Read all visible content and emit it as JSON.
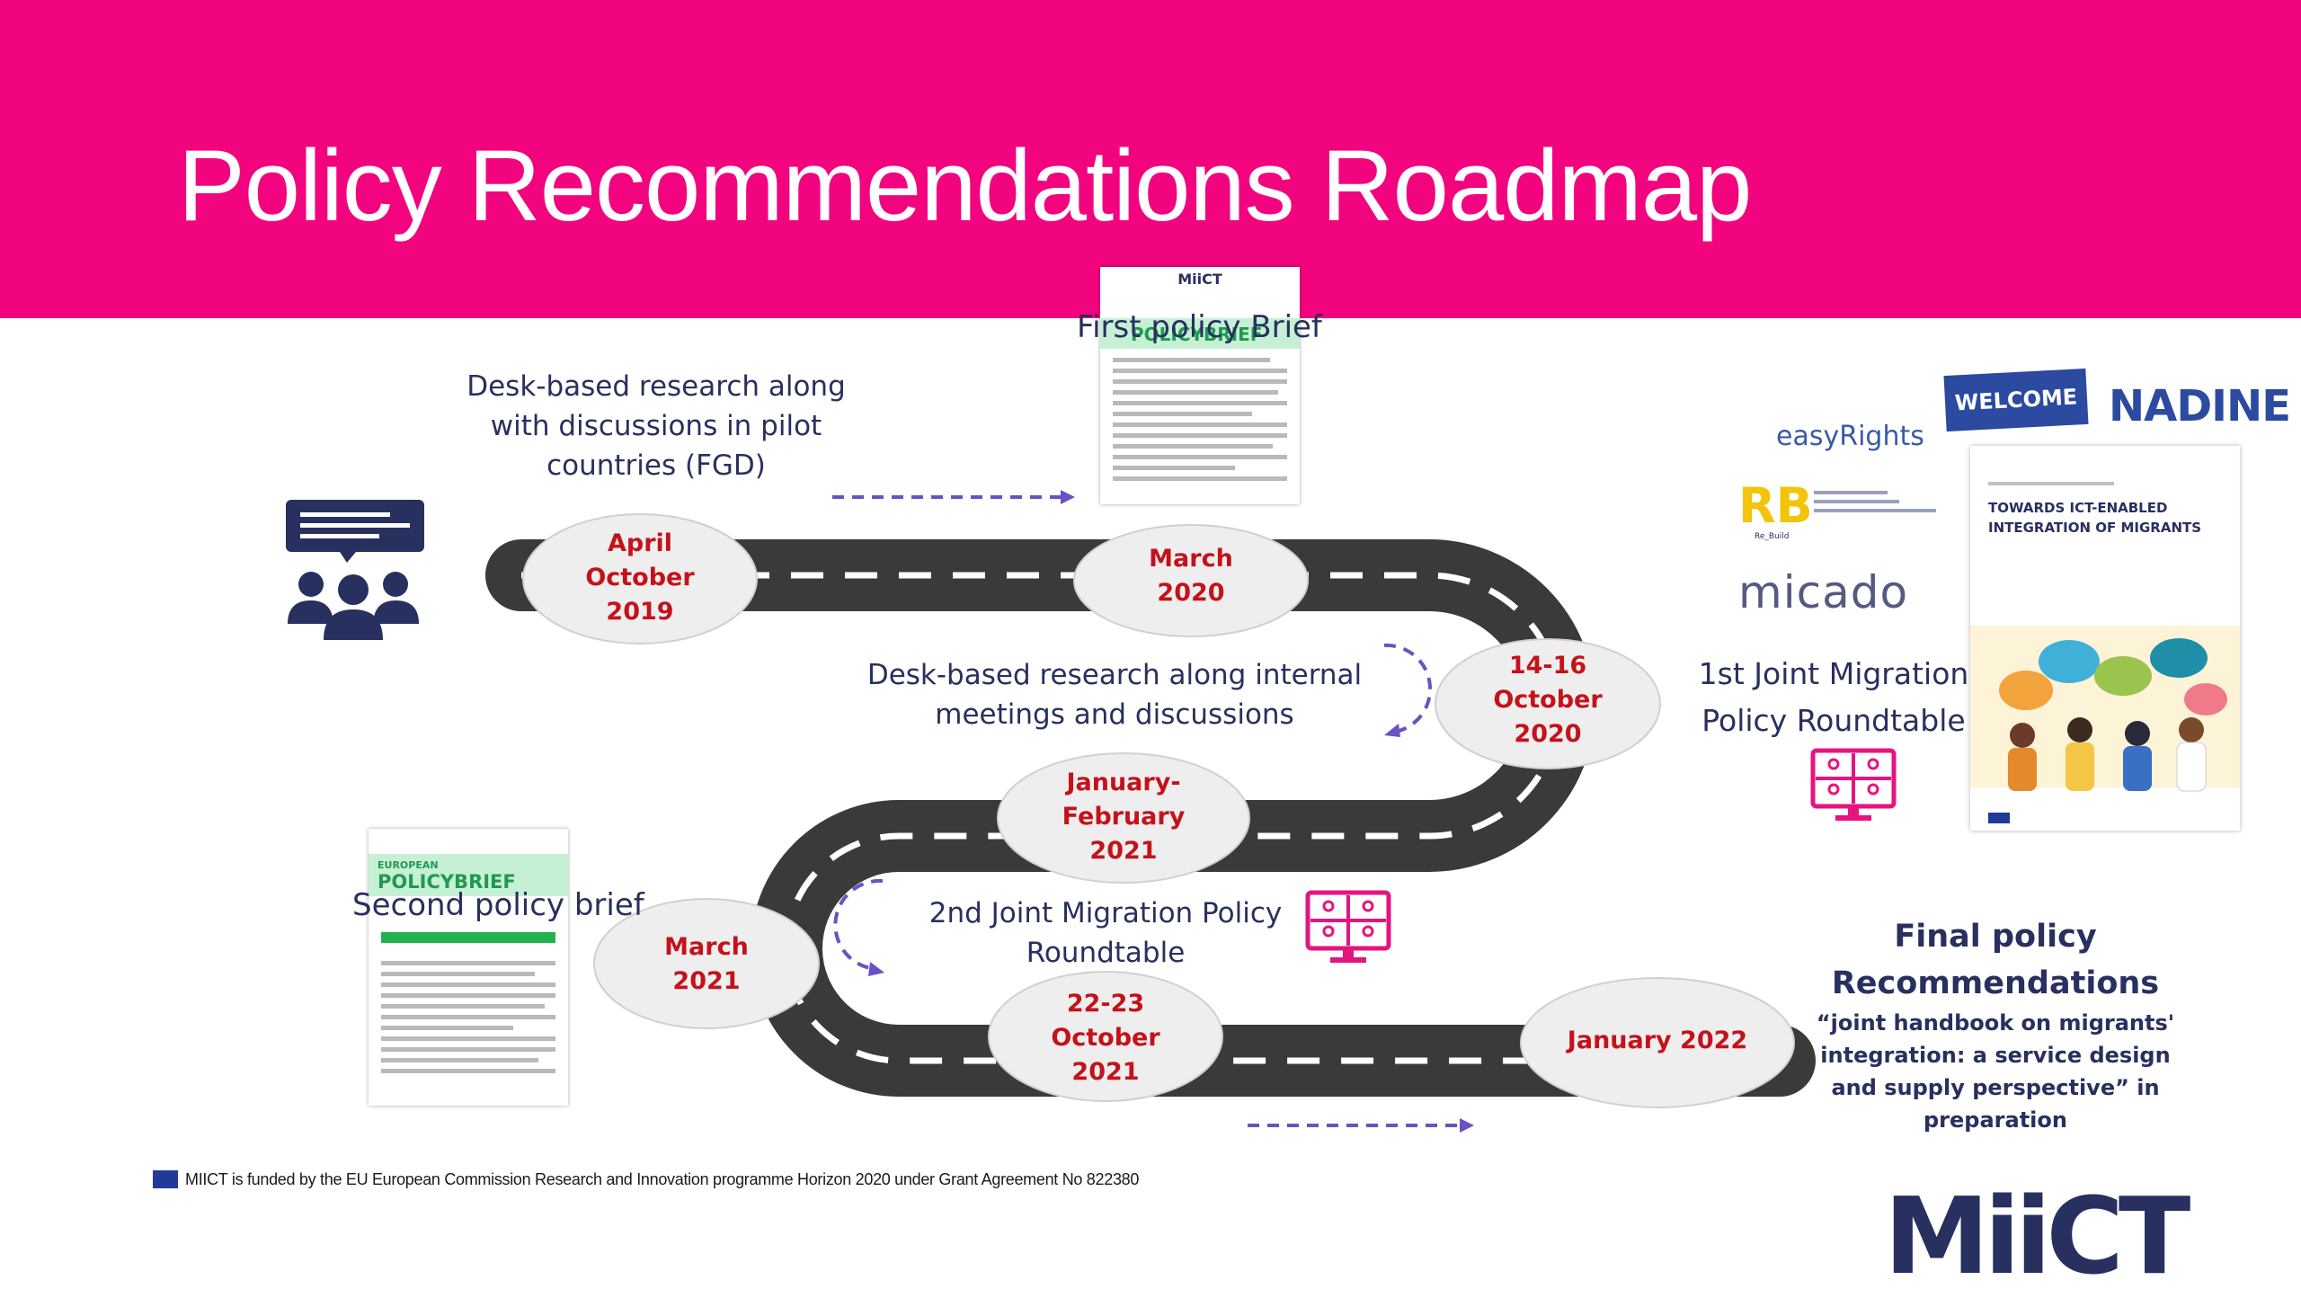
{
  "title": "Policy Recommendations Roadmap",
  "notes": {
    "desk_research_1": [
      "Desk-based research along",
      "with discussions in pilot",
      "countries (FGD)"
    ],
    "desk_research_2": [
      "Desk-based research along internal",
      "meetings and discussions"
    ],
    "roundtable_1": [
      "1st Joint Migration",
      "Policy Roundtable"
    ],
    "roundtable_2": [
      "2nd Joint Migration Policy",
      "Roundtable"
    ]
  },
  "milestones": {
    "m1": [
      "April",
      "October",
      "2019"
    ],
    "m2": [
      "March",
      "2020"
    ],
    "m3": [
      "14-16",
      "October",
      "2020"
    ],
    "m4": [
      "January-",
      "February",
      "2021"
    ],
    "m5": [
      "March",
      "2021"
    ],
    "m6": [
      "22-23",
      "October",
      "2021"
    ],
    "m7": [
      "January 2022"
    ]
  },
  "documents": {
    "first_brief_label": "First policy Brief",
    "second_brief_label": "Second policy brief",
    "doc_logo": "MiiCT",
    "doc_banner": "POLICYBRIEF",
    "doc_banner_pre": "EUROPEAN"
  },
  "final": {
    "title": [
      "Final policy",
      "Recommendations"
    ],
    "subtitle": [
      "“joint handbook on migrants'",
      "integration: a service design",
      "and supply perspective” in",
      "preparation"
    ]
  },
  "partners": {
    "easyrights": "easyRights",
    "welcome": "WELCOME",
    "nadine": "NADINE",
    "rebuild": "RB",
    "rebuild_sub": "Re_Build",
    "micado": "micado",
    "whitepaper_title": "TOWARDS ICT-ENABLED INTEGRATION OF MIGRANTS"
  },
  "footer": "MIICT is funded by the EU European Commission Research and Innovation programme Horizon 2020 under Grant Agreement No 822380",
  "logo": "MiiCT",
  "colors": {
    "header": "#f2047f",
    "road": "#3a3a3a",
    "milestone_text": "#c4121b",
    "navy": "#28305f",
    "arrow": "#6a52c4",
    "monitor_icon": "#e5147f"
  }
}
